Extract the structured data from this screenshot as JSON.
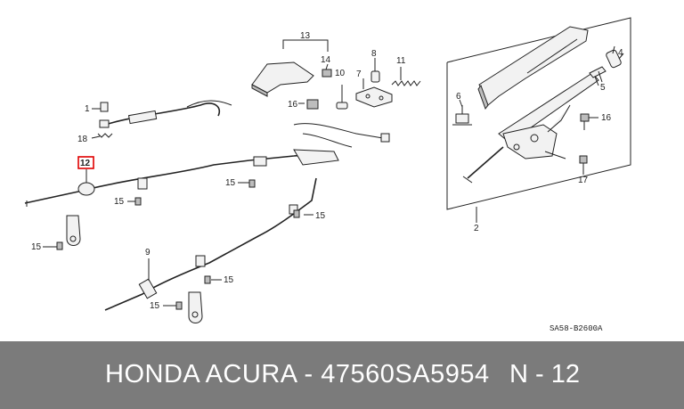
{
  "diagram": {
    "callouts": {
      "c1": "1",
      "c2": "2",
      "c4": "4",
      "c5": "5",
      "c6": "6",
      "c7": "7",
      "c8": "8",
      "c9": "9",
      "c10": "10",
      "c11": "11",
      "c12": "12",
      "c13": "13",
      "c14": "14",
      "c15a": "15",
      "c15b": "15",
      "c15c": "15",
      "c15d": "15",
      "c15e": "15",
      "c15f": "15",
      "c16a": "16",
      "c16b": "16",
      "c17": "17",
      "c18": "18"
    },
    "drawing_code": "SA58-B2600A",
    "highlight_color": "#e00000"
  },
  "footer": {
    "title": "HONDA ACURA - 47560SA5954",
    "reference": "N - 12",
    "background": "#7b7b7b",
    "text_color": "#ffffff"
  }
}
